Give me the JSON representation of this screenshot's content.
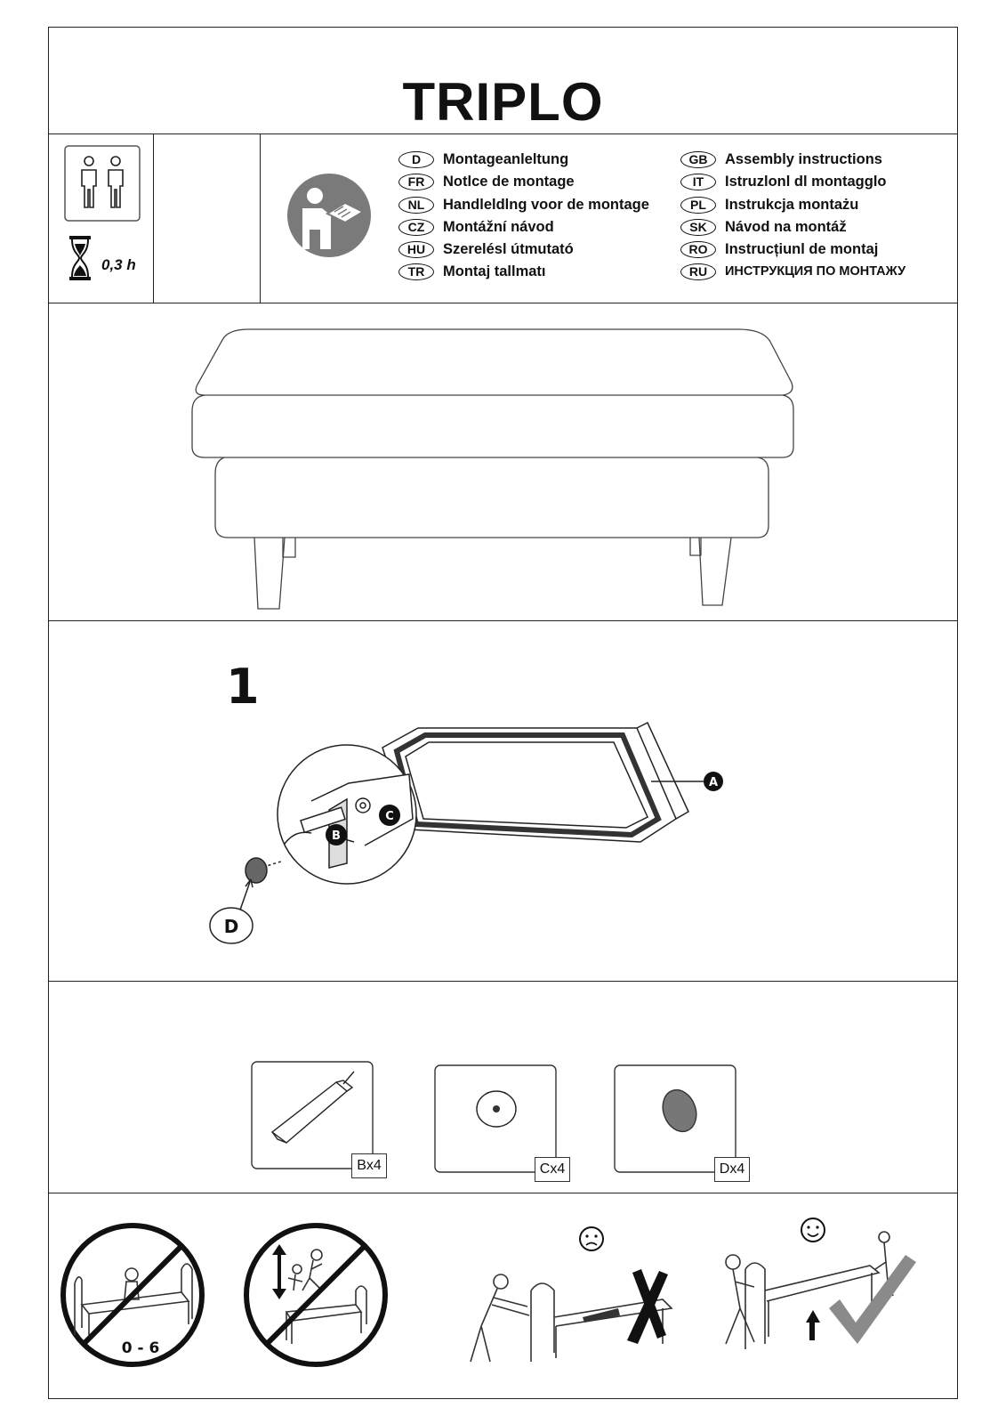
{
  "title": "TRIPLO",
  "assembly_time": "0,3 h",
  "languages_left": [
    {
      "code": "D",
      "label": "Montageanleltung"
    },
    {
      "code": "FR",
      "label": "Notlce de montage"
    },
    {
      "code": "NL",
      "label": "Handleldlng voor de montage"
    },
    {
      "code": "CZ",
      "label": "Montážní návod"
    },
    {
      "code": "HU",
      "label": "Szerelésl útmutató"
    },
    {
      "code": "TR",
      "label": "Montaj tallmatı"
    }
  ],
  "languages_right": [
    {
      "code": "GB",
      "label": "Assembly instructions"
    },
    {
      "code": "IT",
      "label": "Istruzlonl dl montagglo"
    },
    {
      "code": "PL",
      "label": "Instrukcja montażu"
    },
    {
      "code": "SK",
      "label": "Návod na montáž"
    },
    {
      "code": "RO",
      "label": "Instrucțiunl de montaj"
    },
    {
      "code": "RU",
      "label": "ИНСТРУКЦИЯ ПО МОНТАЖУ"
    }
  ],
  "step": {
    "number": "1",
    "callouts": {
      "a": "A",
      "b": "B",
      "c": "C",
      "d": "D"
    }
  },
  "parts": [
    {
      "qty_label": "Bx4"
    },
    {
      "qty_label": "Cx4"
    },
    {
      "qty_label": "Dx4"
    }
  ],
  "warnings": {
    "age_label": "0 - 6"
  },
  "icons": [
    "two-people-icon",
    "hourglass-icon",
    "read-manual-icon",
    "no-baby-icon",
    "no-jumping-icon",
    "sad-face-icon",
    "happy-face-icon",
    "cross-mark-icon",
    "check-mark-icon"
  ]
}
